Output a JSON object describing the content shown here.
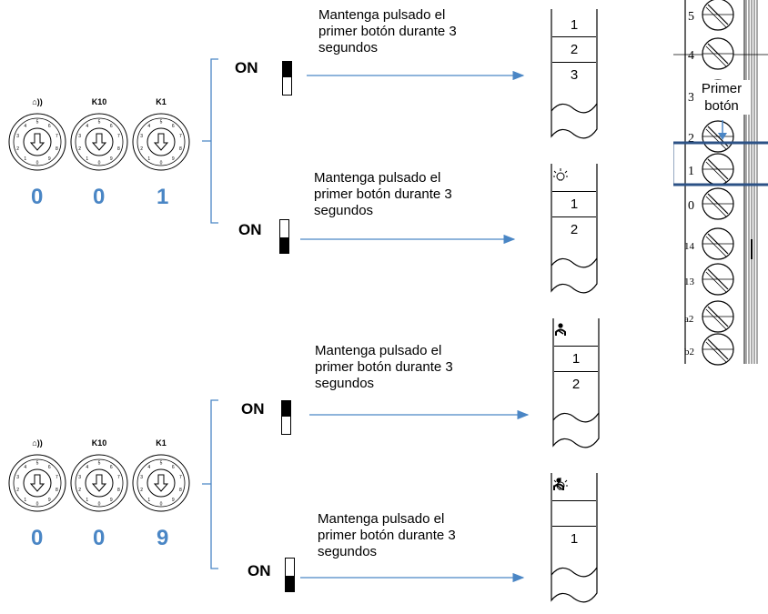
{
  "rows": [
    {
      "digits": [
        "0",
        "0",
        "1"
      ],
      "labels": [
        "⌂))",
        "K10",
        "K1"
      ],
      "branches": [
        {
          "on": "ON",
          "note": [
            "Mantenga pulsado el",
            "primer botón durante 3",
            "segundos"
          ],
          "keys": [
            "1",
            "2",
            "3"
          ]
        },
        {
          "on": "ON",
          "note": [
            "Mantenga pulsado el",
            "primer botón durante 3",
            "segundos"
          ],
          "keys": [
            "light",
            "1",
            "2"
          ]
        }
      ]
    },
    {
      "digits": [
        "0",
        "0",
        "9"
      ],
      "labels": [
        "⌂))",
        "K10",
        "K1"
      ],
      "branches": [
        {
          "on": "ON",
          "note": [
            "Mantenga pulsado el",
            "primer botón durante 3",
            "segundos"
          ],
          "keys": [
            "person",
            "1",
            "2"
          ]
        },
        {
          "on": "ON",
          "note": [
            "Mantenga pulsado el",
            "primer botón durante 3",
            "segundos"
          ],
          "keys": [
            "light",
            "person",
            "1"
          ]
        }
      ]
    }
  ],
  "terminal": {
    "callout": [
      "Primer",
      "botón"
    ],
    "labels": [
      "5",
      "4",
      "3",
      "2",
      "1",
      "0",
      "14",
      "13",
      "a2",
      "b2"
    ]
  },
  "colors": {
    "accent": "#4a86c5",
    "highlight": "#2c5286"
  }
}
